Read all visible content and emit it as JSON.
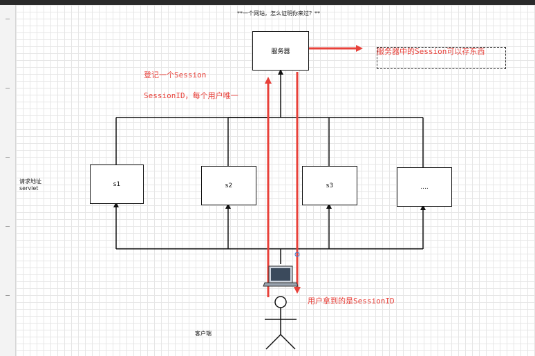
{
  "diagram": {
    "title": "**一个网站，怎么证明你来过？**",
    "server_label": "服务器",
    "servlets": [
      "s1",
      "s2",
      "s3",
      "...."
    ],
    "left_label_line1": "请求地址",
    "left_label_line2": "servlet",
    "client_label": "客户端",
    "annotation_register": "登记一个Session",
    "annotation_sessionid": "SessionID，每个用户唯一",
    "annotation_store": "服务器中的Session可以存东西",
    "annotation_user": "用户拿到的是SessionID"
  },
  "colors": {
    "accent_red": "#e8413a",
    "line": "#111111",
    "grid": "#e6e6e6"
  }
}
